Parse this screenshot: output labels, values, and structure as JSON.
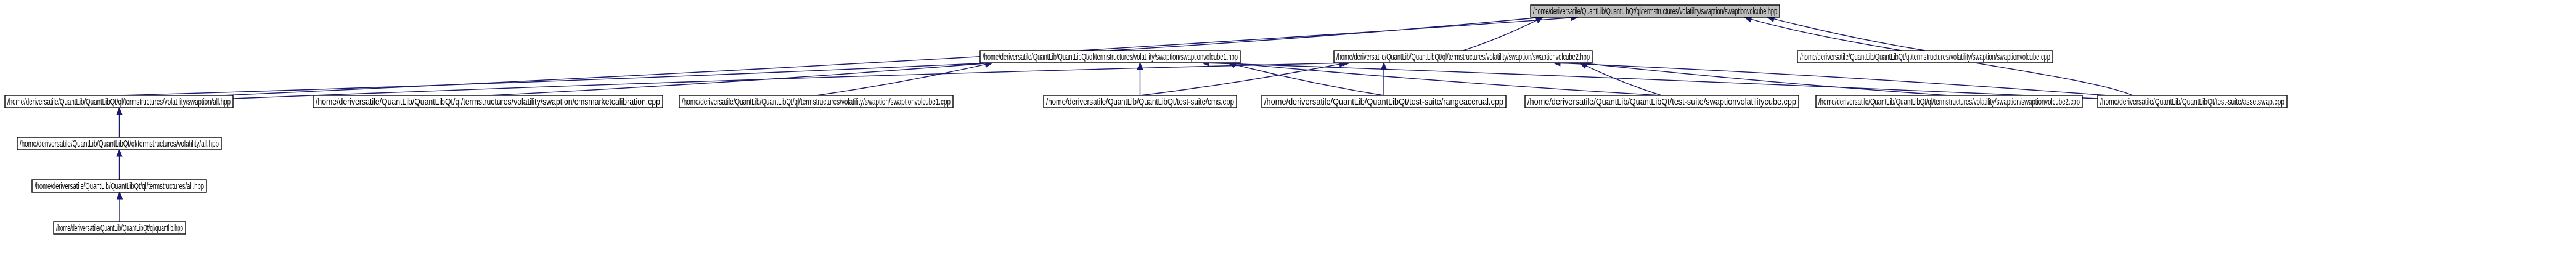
{
  "diagram": {
    "kind": "include-dependency-graph",
    "colors": {
      "edge": "#191970",
      "root_fill": "#bfbfbf",
      "node_fill": "#ffffff",
      "border": "#000000"
    },
    "nodes": [
      {
        "id": "swaptionvolcube_hpp",
        "label": "/home/deriversatile/QuantLib/QuantLibQt/ql/termstructures/volatility/swaption/swaptionvolcube.hpp",
        "root": true
      },
      {
        "id": "swaptionvolcube1_hpp",
        "label": "/home/deriversatile/QuantLib/QuantLibQt/ql/termstructures/volatility/swaption/swaptionvolcube1.hpp"
      },
      {
        "id": "swaptionvolcube2_hpp",
        "label": "/home/deriversatile/QuantLib/QuantLibQt/ql/termstructures/volatility/swaption/swaptionvolcube2.hpp"
      },
      {
        "id": "swaptionvolcube_cpp",
        "label": "/home/deriversatile/QuantLib/QuantLibQt/ql/termstructures/volatility/swaption/swaptionvolcube.cpp"
      },
      {
        "id": "swaption_all_hpp",
        "label": "/home/deriversatile/QuantLib/QuantLibQt/ql/termstructures/volatility/swaption/all.hpp"
      },
      {
        "id": "cmsmarketcalibration_cpp",
        "label": "/home/deriversatile/QuantLib/QuantLibQt/ql/termstructures/volatility/swaption/cmsmarketcalibration.cpp"
      },
      {
        "id": "swaptionvolcube1_cpp",
        "label": "/home/deriversatile/QuantLib/QuantLibQt/ql/termstructures/volatility/swaption/swaptionvolcube1.cpp"
      },
      {
        "id": "cms_cpp",
        "label": "/home/deriversatile/QuantLib/QuantLibQt/test-suite/cms.cpp"
      },
      {
        "id": "rangeaccrual_cpp",
        "label": "/home/deriversatile/QuantLib/QuantLibQt/test-suite/rangeaccrual.cpp"
      },
      {
        "id": "swaptionvolatilitycube_cpp",
        "label": "/home/deriversatile/QuantLib/QuantLibQt/test-suite/swaptionvolatilitycube.cpp"
      },
      {
        "id": "swaptionvolcube2_cpp",
        "label": "/home/deriversatile/QuantLib/QuantLibQt/ql/termstructures/volatility/swaption/swaptionvolcube2.cpp"
      },
      {
        "id": "assetswap_cpp",
        "label": "/home/deriversatile/QuantLib/QuantLibQt/test-suite/assetswap.cpp"
      },
      {
        "id": "volatility_all_hpp",
        "label": "/home/deriversatile/QuantLib/QuantLibQt/ql/termstructures/volatility/all.hpp"
      },
      {
        "id": "termstructures_all_hpp",
        "label": "/home/deriversatile/QuantLib/QuantLibQt/ql/termstructures/all.hpp"
      },
      {
        "id": "quantlib_hpp",
        "label": "/home/deriversatile/QuantLib/QuantLibQt/ql/quantlib.hpp"
      }
    ],
    "edges": [
      {
        "from": "swaptionvolcube1_hpp",
        "to": "swaptionvolcube_hpp"
      },
      {
        "from": "swaptionvolcube2_hpp",
        "to": "swaptionvolcube_hpp"
      },
      {
        "from": "swaptionvolcube_cpp",
        "to": "swaptionvolcube_hpp"
      },
      {
        "from": "swaption_all_hpp",
        "to": "swaptionvolcube_hpp"
      },
      {
        "from": "assetswap_cpp",
        "to": "swaptionvolcube_hpp"
      },
      {
        "from": "swaption_all_hpp",
        "to": "swaptionvolcube1_hpp"
      },
      {
        "from": "cmsmarketcalibration_cpp",
        "to": "swaptionvolcube1_hpp"
      },
      {
        "from": "swaptionvolcube1_cpp",
        "to": "swaptionvolcube1_hpp"
      },
      {
        "from": "cms_cpp",
        "to": "swaptionvolcube1_hpp"
      },
      {
        "from": "rangeaccrual_cpp",
        "to": "swaptionvolcube1_hpp"
      },
      {
        "from": "swaptionvolatilitycube_cpp",
        "to": "swaptionvolcube1_hpp"
      },
      {
        "from": "assetswap_cpp",
        "to": "swaptionvolcube1_hpp"
      },
      {
        "from": "swaption_all_hpp",
        "to": "swaptionvolcube2_hpp"
      },
      {
        "from": "cms_cpp",
        "to": "swaptionvolcube2_hpp"
      },
      {
        "from": "rangeaccrual_cpp",
        "to": "swaptionvolcube2_hpp"
      },
      {
        "from": "swaptionvolatilitycube_cpp",
        "to": "swaptionvolcube2_hpp"
      },
      {
        "from": "swaptionvolcube2_cpp",
        "to": "swaptionvolcube2_hpp"
      },
      {
        "from": "assetswap_cpp",
        "to": "swaptionvolcube2_hpp"
      },
      {
        "from": "volatility_all_hpp",
        "to": "swaption_all_hpp"
      },
      {
        "from": "termstructures_all_hpp",
        "to": "volatility_all_hpp"
      },
      {
        "from": "quantlib_hpp",
        "to": "termstructures_all_hpp"
      }
    ]
  }
}
